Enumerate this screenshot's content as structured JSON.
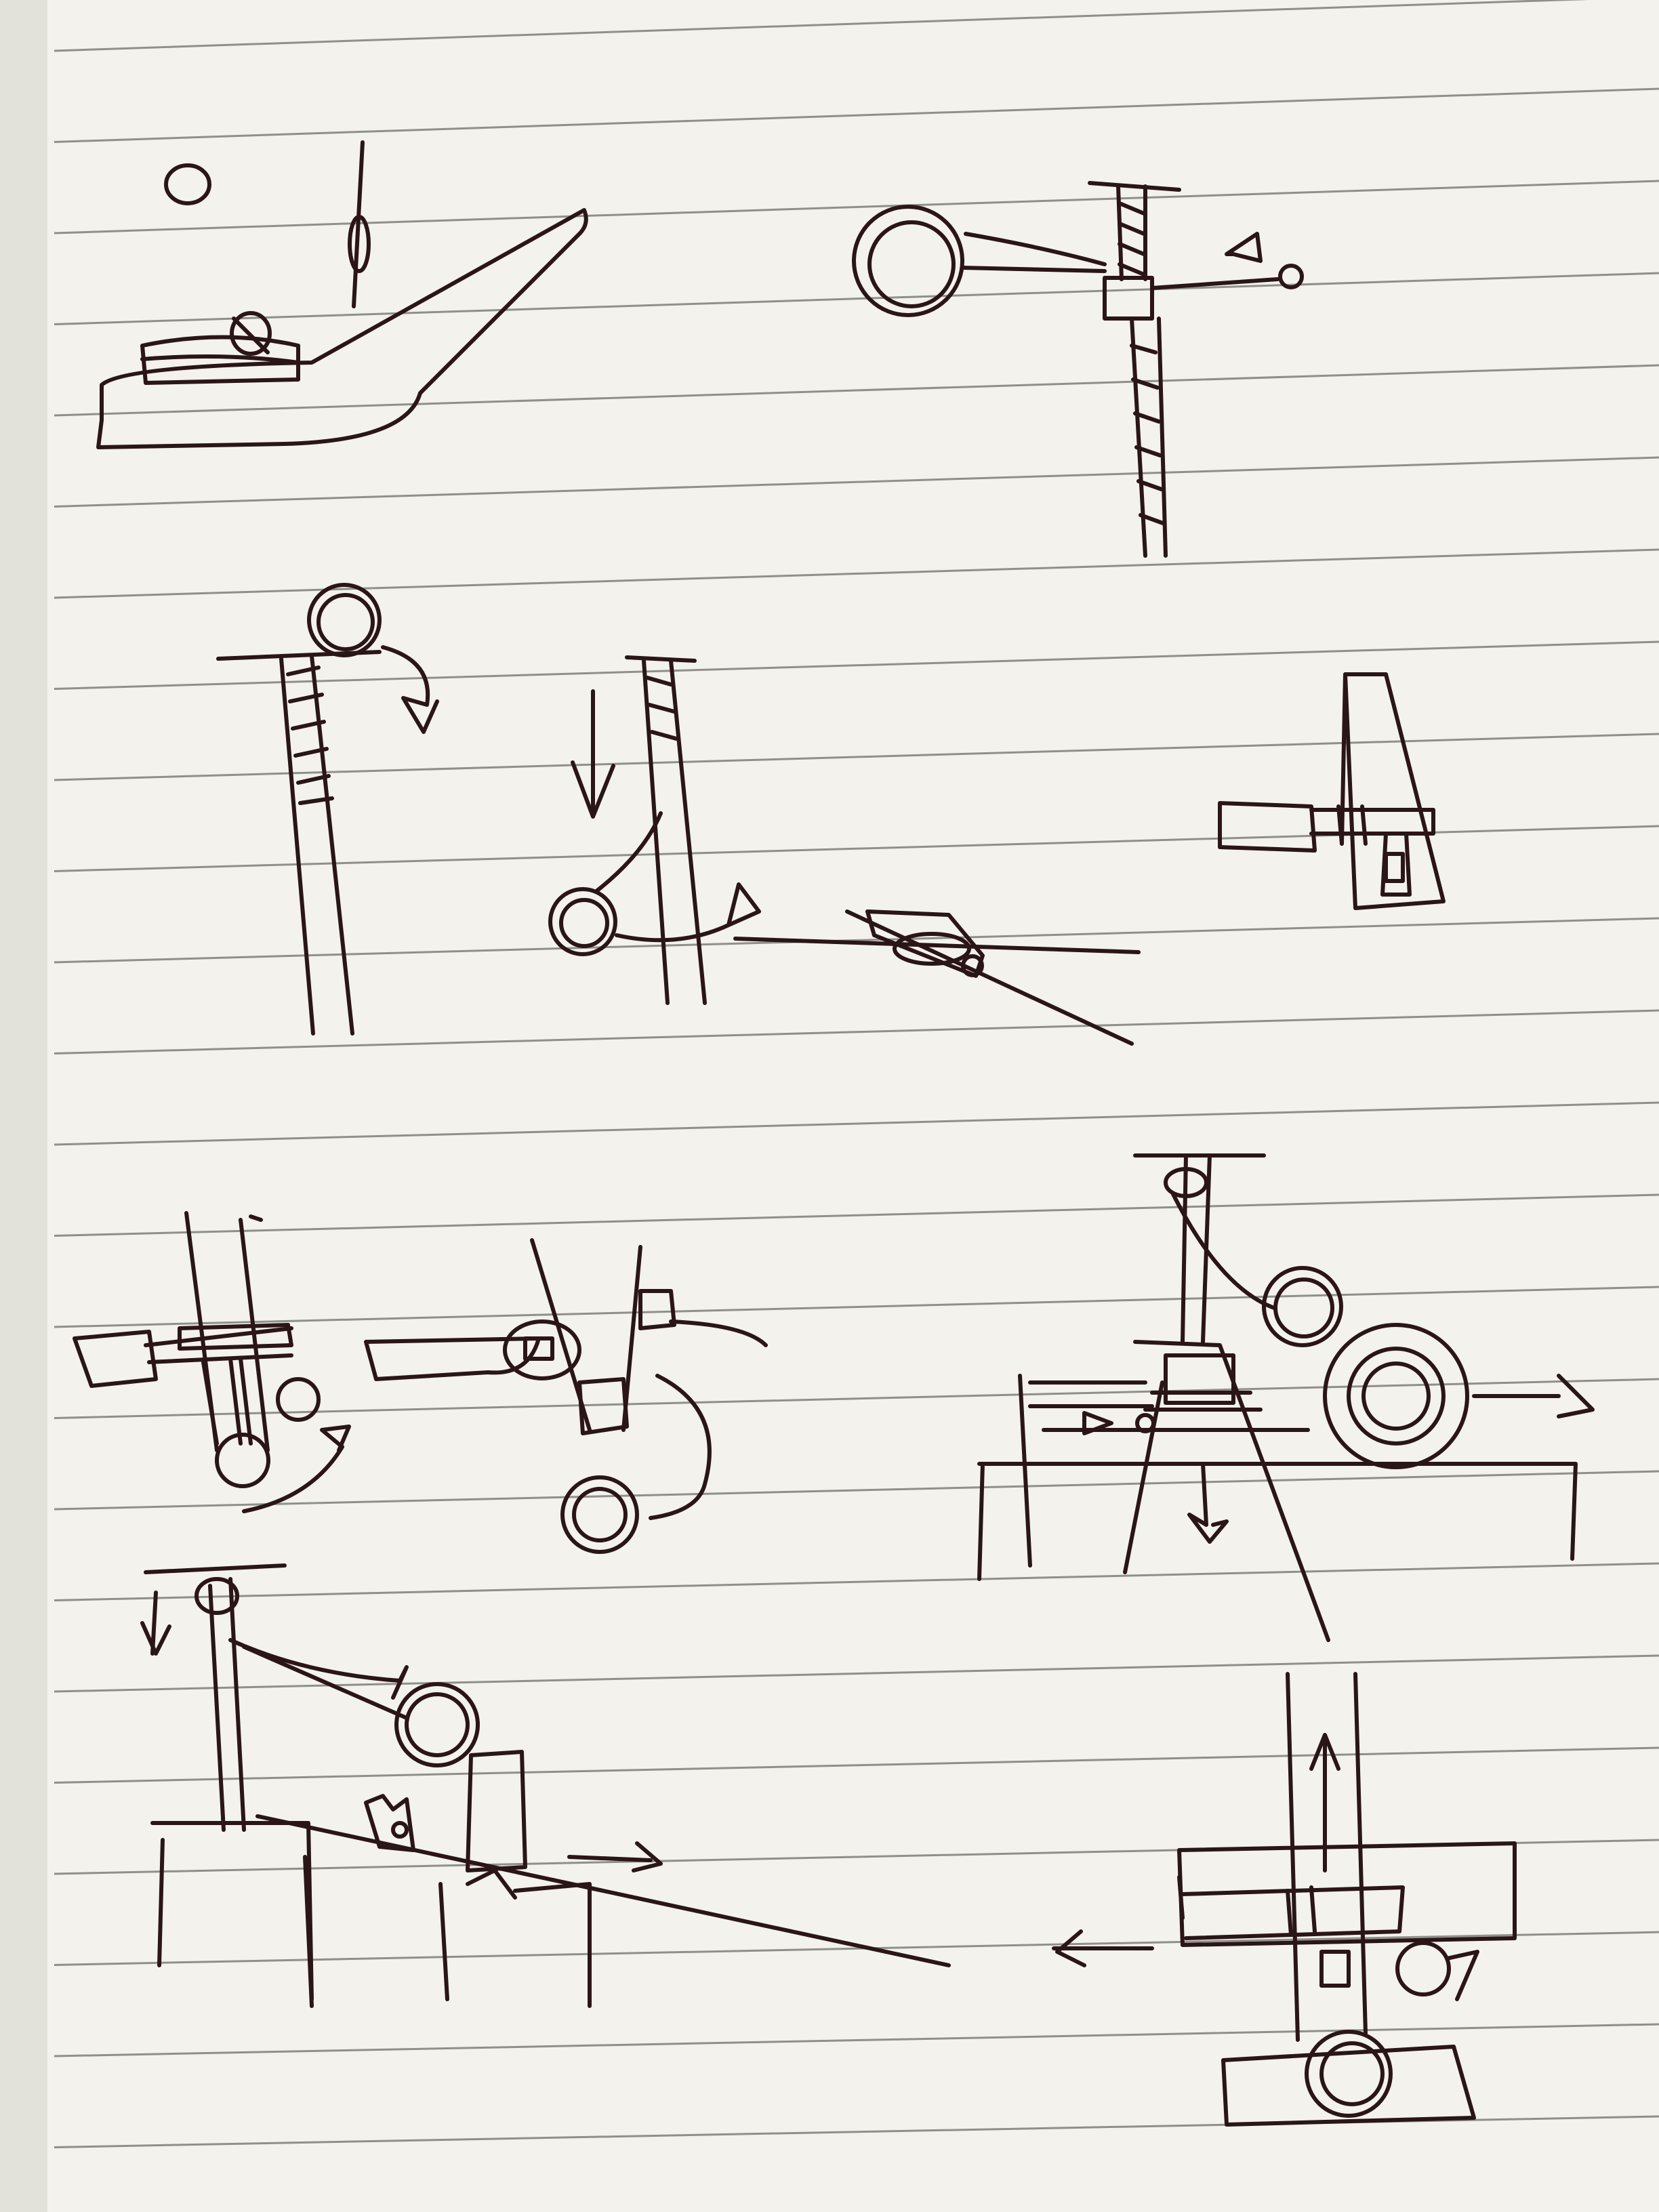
{
  "page": {
    "paper_color": "#f3f2ec",
    "paper_shadow_color": "#d9d7cf",
    "ruled_line_color": "#8f8f8b",
    "ink_color": "#2a1517"
  },
  "sketches": [
    {
      "name": "ramp-with-ball-sketch"
    },
    {
      "name": "wheel-on-threaded-rod-sketch"
    },
    {
      "name": "ball-on-threaded-post-sketch"
    },
    {
      "name": "ball-dropping-to-ramp-sketch"
    },
    {
      "name": "tilted-bracket-with-block-sketch"
    },
    {
      "name": "bucket-and-rod-assembly-sketch"
    },
    {
      "name": "hanging-wheel-cart-sketch"
    },
    {
      "name": "platform-and-slope-sketch"
    },
    {
      "name": "vertical-slide-mechanism-sketch"
    }
  ]
}
